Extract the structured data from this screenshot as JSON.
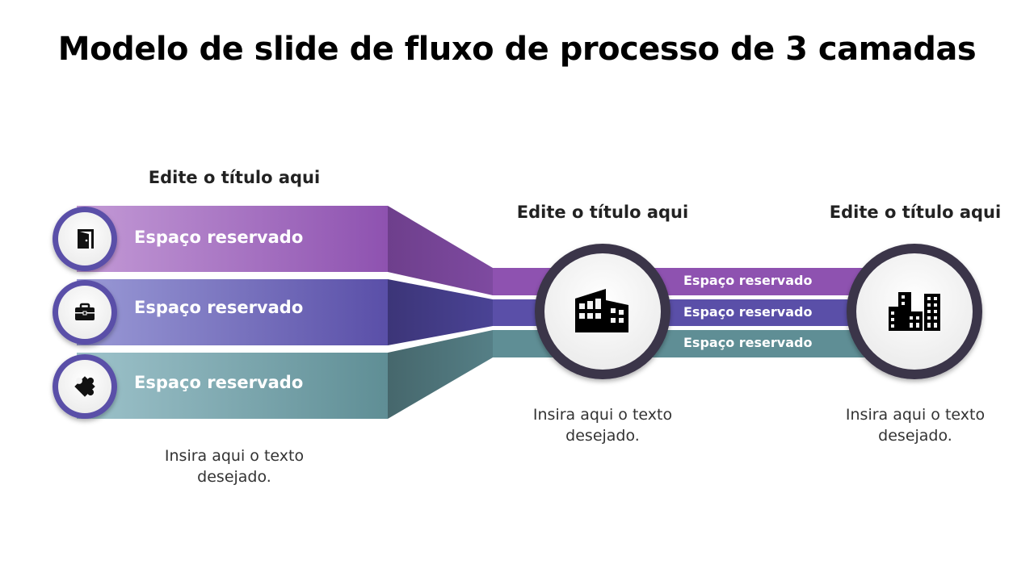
{
  "title": "Modelo de slide de fluxo de processo de 3 camadas",
  "colors": {
    "purple": "#8e52b0",
    "indigo": "#5a4fa8",
    "teal": "#5f8e95",
    "ring": "#3a3448"
  },
  "stage1": {
    "heading": "Edite o título aqui",
    "bands": [
      {
        "label": "Espaço reservado",
        "icon": "door-icon"
      },
      {
        "label": "Espaço reservado",
        "icon": "briefcase-icon"
      },
      {
        "label": "Espaço reservado",
        "icon": "puzzle-icon"
      }
    ],
    "description_line1": "Insira aqui o texto",
    "description_line2": "desejado."
  },
  "stage2": {
    "heading": "Edite o título aqui",
    "icon": "factory-icon",
    "description_line1": "Insira aqui o texto",
    "description_line2": "desejado."
  },
  "connector": {
    "labels": [
      "Espaço reservado",
      "Espaço reservado",
      "Espaço reservado"
    ]
  },
  "stage3": {
    "heading": "Edite o título aqui",
    "icon": "city-buildings-icon",
    "description_line1": "Insira aqui o texto",
    "description_line2": "desejado."
  }
}
